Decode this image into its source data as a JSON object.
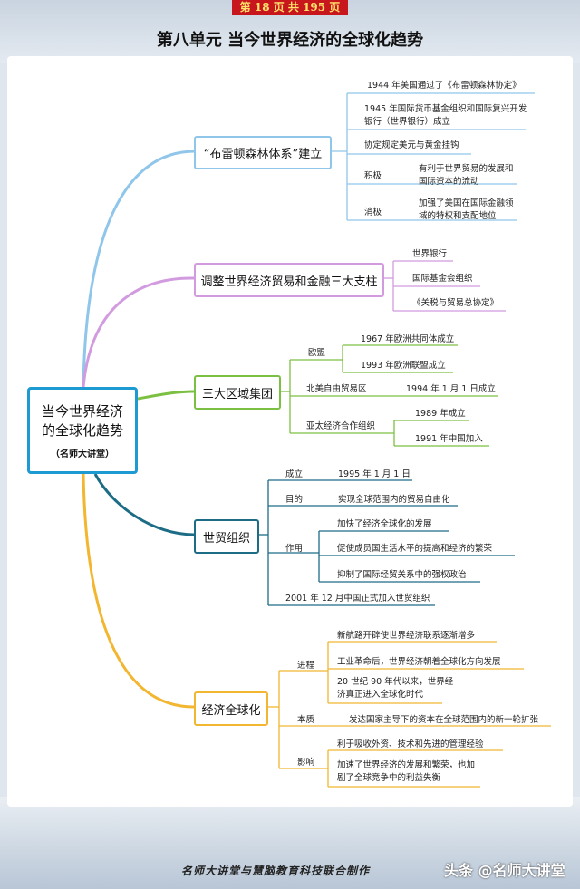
{
  "header": {
    "page_label": "第 18 页 共 195 页",
    "title": "第八单元  当今世界经济的全球化趋势"
  },
  "root": {
    "title_line1": "当今世界经济",
    "title_line2": "的全球化趋势",
    "subtitle": "（名师大讲堂）"
  },
  "branches": {
    "b1": {
      "label": "“布雷顿森林体系”建立",
      "color": "#8fc6ea",
      "l1": "1944 年美国通过了《布雷顿森林协定》",
      "l2": "1945 年国际货币基金组织和国际复兴开发银行（世界银行）成立",
      "l3": "协定规定美元与黄金挂钩",
      "pos_label": "积极",
      "pos_text": "有利于世界贸易的发展和国际资本的流动",
      "neg_label": "消极",
      "neg_text": "加强了美国在国际金融领域的特权和支配地位"
    },
    "b2": {
      "label": "调整世界经济贸易和金融三大支柱",
      "color": "#d29be0",
      "l1": "世界银行",
      "l2": "国际基金会组织",
      "l3": "《关税与贸易总协定》"
    },
    "b3": {
      "label": "三大区域集团",
      "color": "#7cc043",
      "eu": "欧盟",
      "eu1": "1967 年欧洲共同体成立",
      "eu2": "1993 年欧洲联盟成立",
      "na": "北美自由贸易区",
      "na1": "1994 年 1 月 1 日成立",
      "ap": "亚太经济合作组织",
      "ap1": "1989 年成立",
      "ap2": "1991 年中国加入"
    },
    "b4": {
      "label": "世贸组织",
      "color": "#1d6c86",
      "est": "成立",
      "est1": "1995 年 1 月 1 日",
      "aim": "目的",
      "aim1": "实现全球范围内的贸易自由化",
      "role": "作用",
      "role1": "加快了经济全球化的发展",
      "role2": "促使成员国生活水平的提高和经济的繁荣",
      "role3": "抑制了国际经贸关系中的强权政治",
      "cn": "2001 年 12 月中国正式加入世贸组织"
    },
    "b5": {
      "label": "经济全球化",
      "color": "#f2b630",
      "proc": "进程",
      "proc1": "新航路开辟使世界经济联系逐渐增多",
      "proc2": "工业革命后，世界经济朝着全球化方向发展",
      "proc3": "20 世纪 90 年代以来，世界经济真正进入全球化时代",
      "ess": "本质",
      "ess1": "发达国家主导下的资本在全球范围内的新一轮扩张",
      "eff": "影响",
      "eff1": "利于吸收外资、技术和先进的管理经验",
      "eff2": "加速了世界经济的发展和繁荣，也加剧了全球竞争中的利益失衡"
    }
  },
  "footer": {
    "credit": "名师大讲堂与慧脑教育科技联合制作",
    "watermark": "头条 @名师大讲堂"
  }
}
